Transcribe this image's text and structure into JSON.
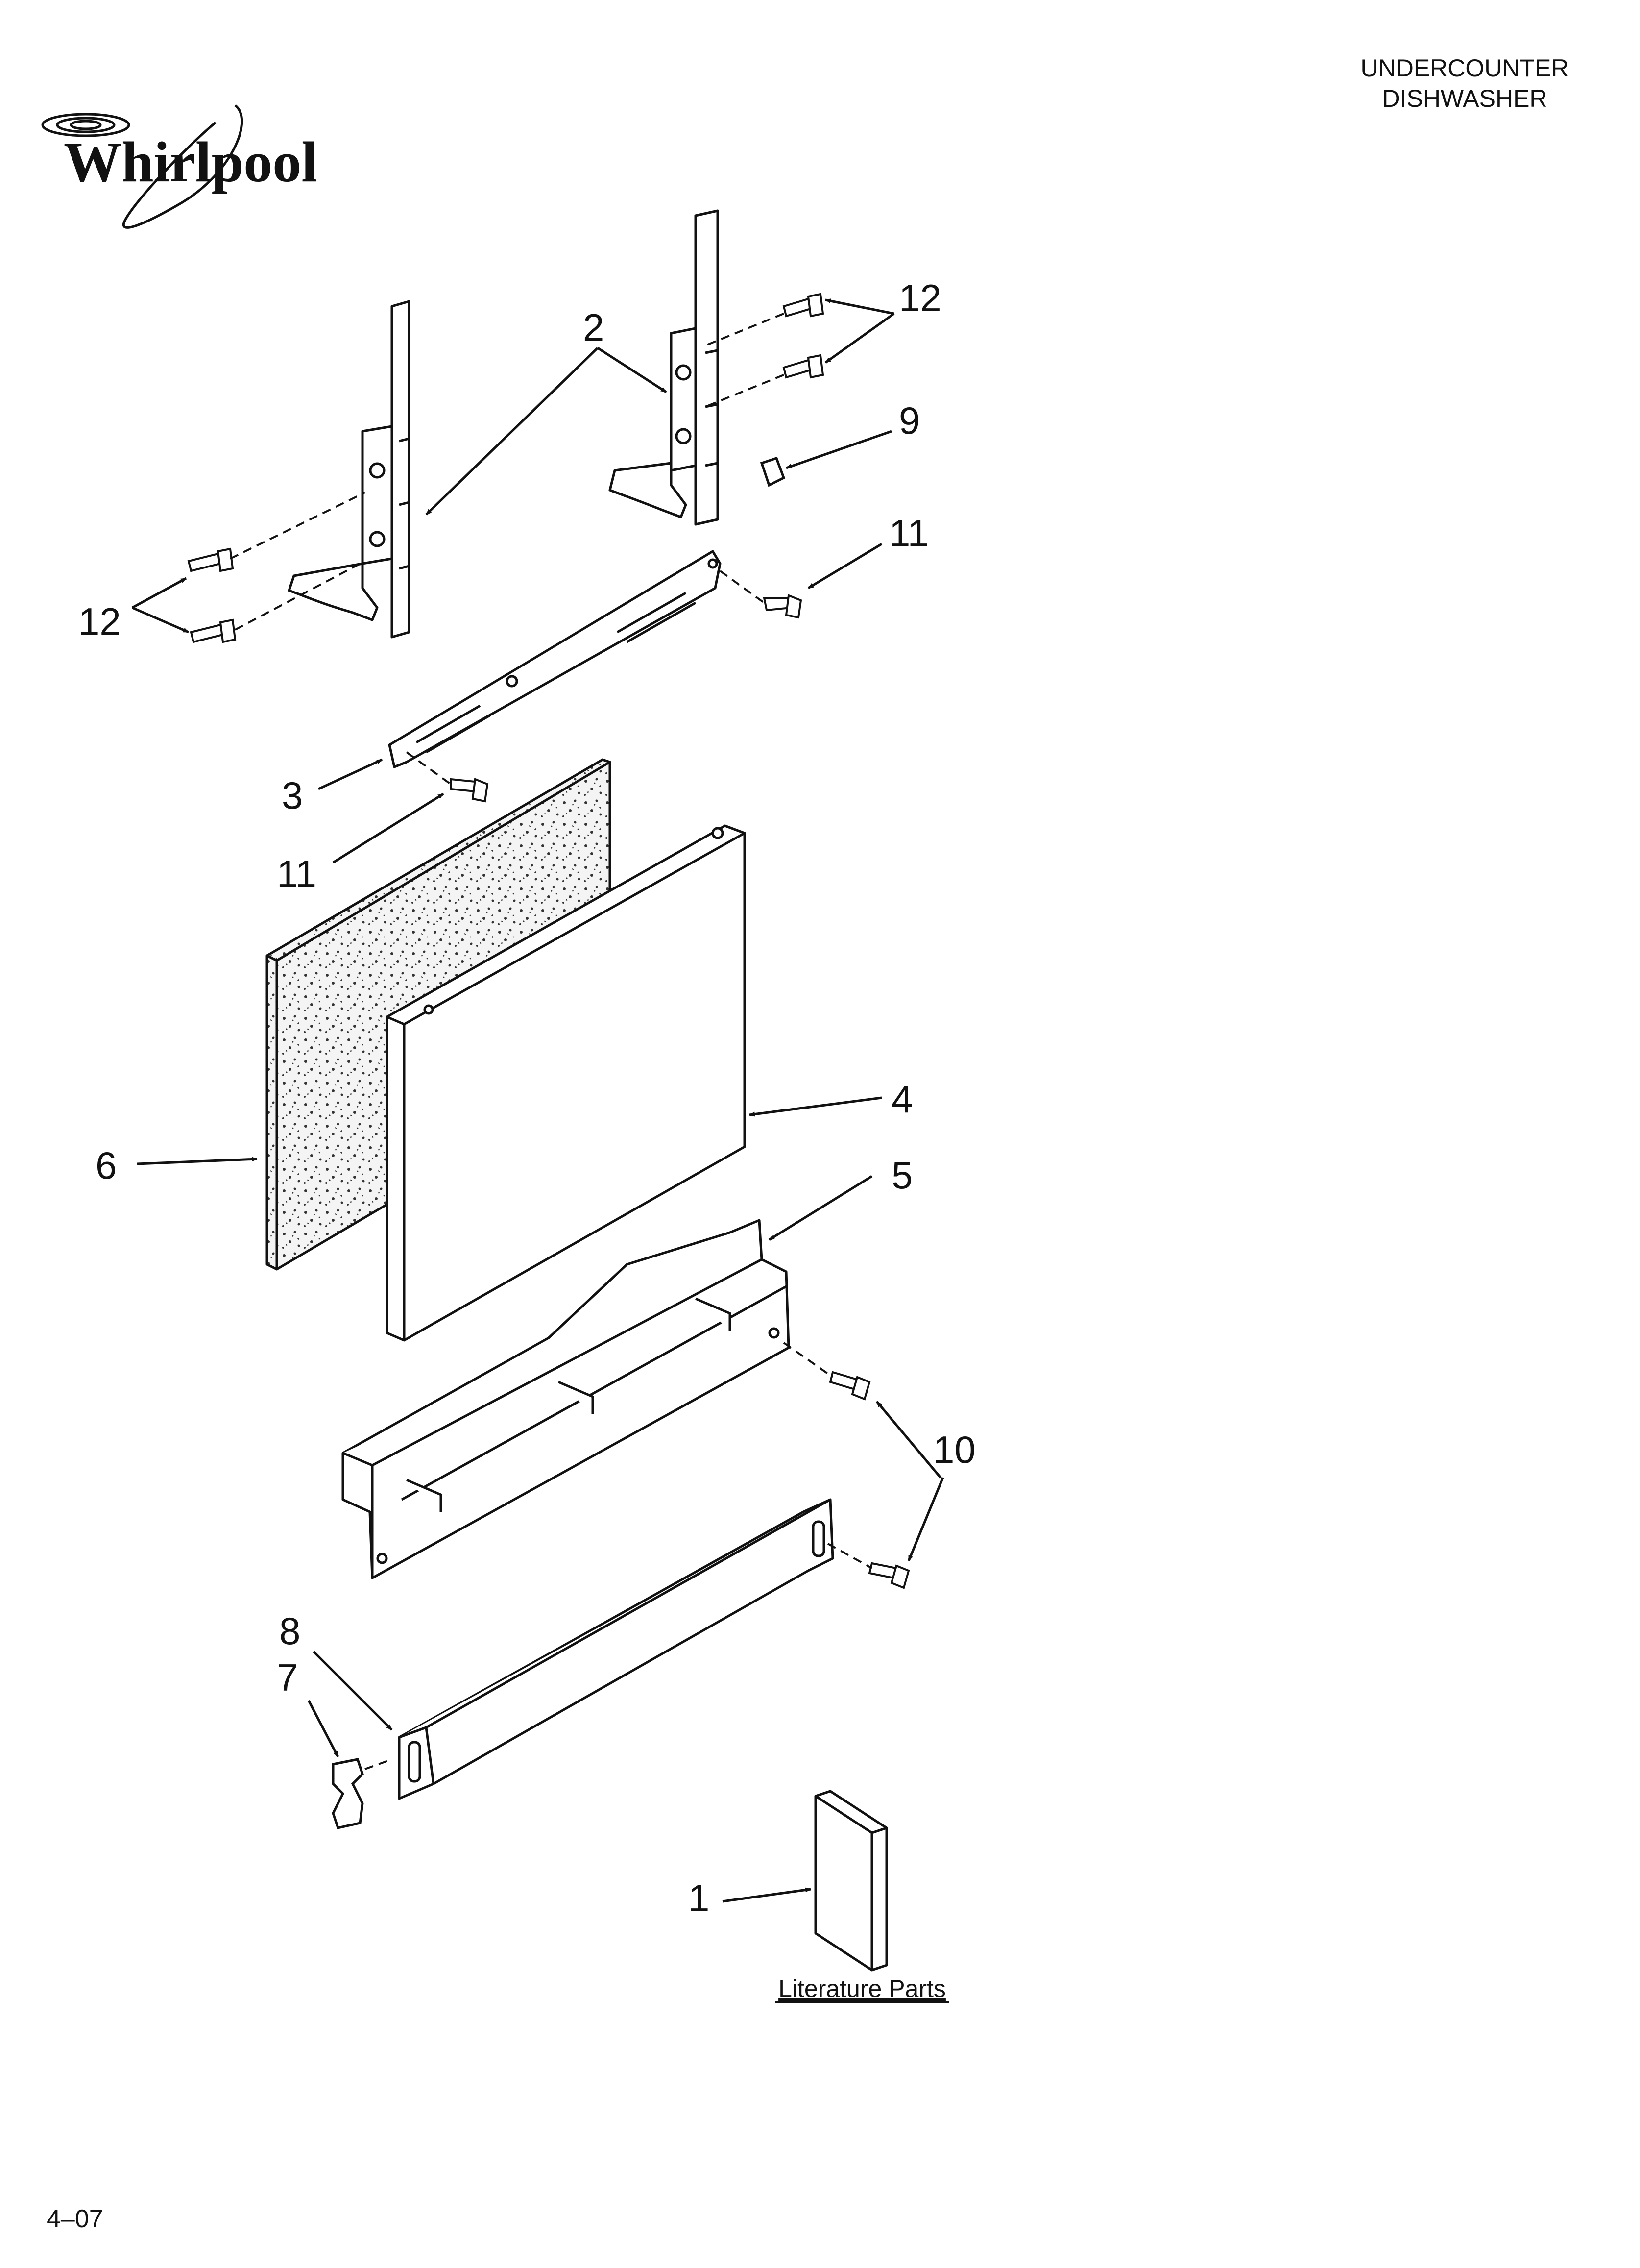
{
  "brand": {
    "name": "Whirlpool",
    "logo_icon": "whirlpool-swirl-icon"
  },
  "header": {
    "line1": "UNDERCOUNTER",
    "line2": "DISHWASHER"
  },
  "callouts": {
    "c1": "1",
    "c2": "2",
    "c3": "3",
    "c4": "4",
    "c5": "5",
    "c6": "6",
    "c7": "7",
    "c8": "8",
    "c9": "9",
    "c10": "10",
    "c11a": "11",
    "c11b": "11",
    "c12a": "12",
    "c12b": "12"
  },
  "literature_label": "Literature Parts",
  "footer": {
    "date_code": "4–07"
  },
  "colors": {
    "line": "#111111",
    "paper": "#ffffff",
    "foam_dot": "#333333"
  }
}
